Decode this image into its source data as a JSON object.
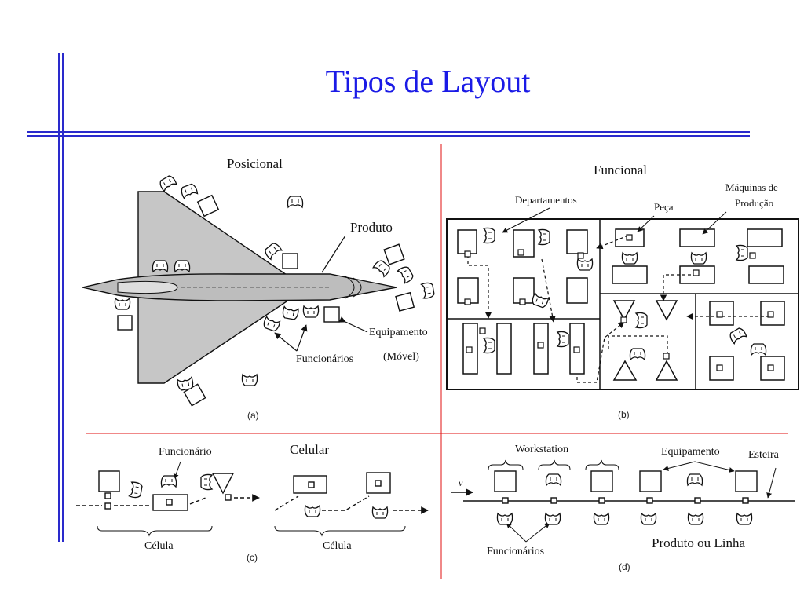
{
  "title": "Tipos de Layout",
  "colors": {
    "title": "#1a1ae6",
    "rule": "#2a2acc",
    "divider": "#e01010",
    "quadrant_title": "#e01010"
  },
  "quadrants": {
    "a": {
      "title": "Posicional",
      "labels": {
        "produto": "Produto",
        "equipamento": "Equipamento",
        "movel": "(Móvel)",
        "funcionarios": "Funcionários"
      },
      "caption": "(a)"
    },
    "b": {
      "title": "Funcional",
      "labels": {
        "departamentos": "Departamentos",
        "peca": "Peça",
        "maquinas": "Máquinas de",
        "producao": "Produção"
      },
      "caption": "(b)"
    },
    "c": {
      "title": "Celular",
      "labels": {
        "funcionario": "Funcionário",
        "celula_1": "Célula",
        "celula_2": "Célula"
      },
      "caption": "(c)"
    },
    "d": {
      "title": "Produto ou Linha",
      "labels": {
        "workstation": "Workstation",
        "equipamento": "Equipamento",
        "esteira": "Esteira",
        "funcionarios": "Funcionários",
        "v": "v"
      },
      "caption": "(d)"
    }
  }
}
